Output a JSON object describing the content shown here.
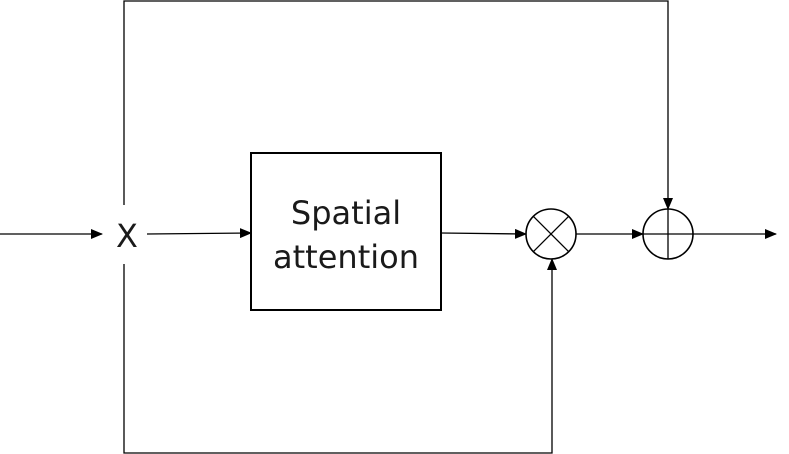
{
  "diagram": {
    "input_label": "X",
    "block": {
      "line1": "Spatial",
      "line2": "attention"
    },
    "operators": {
      "multiply": "element-wise multiply",
      "add": "element-wise add"
    }
  }
}
